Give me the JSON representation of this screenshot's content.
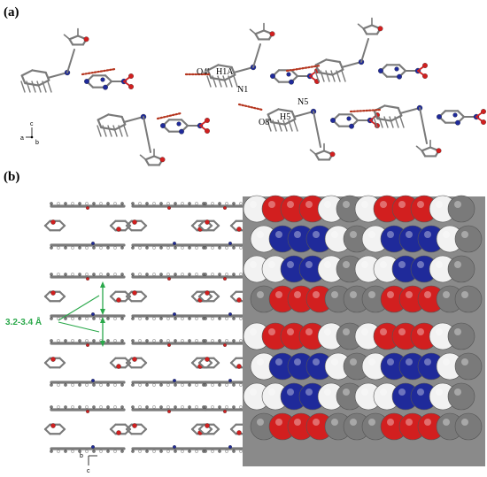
{
  "panels": [
    {
      "label": "(a)"
    },
    {
      "label": "(b)"
    }
  ],
  "atom_labels": [
    "O4'",
    "H1A",
    "N1",
    "N5",
    "O8'",
    "H5"
  ],
  "axes_a": {
    "c": "c",
    "a": "a",
    "b": "b"
  },
  "axes_b": {
    "b": "b",
    "c": "c"
  },
  "measurement": {
    "text": "3.2-3.4 Å"
  },
  "colors": {
    "carbon": "#7a7a7a",
    "nitrogen": "#1f2a9a",
    "oxygen": "#d21f1f",
    "hydrogen": "#f2f2f2",
    "hbond": "#b5361f",
    "measure": "#2aa84a"
  }
}
